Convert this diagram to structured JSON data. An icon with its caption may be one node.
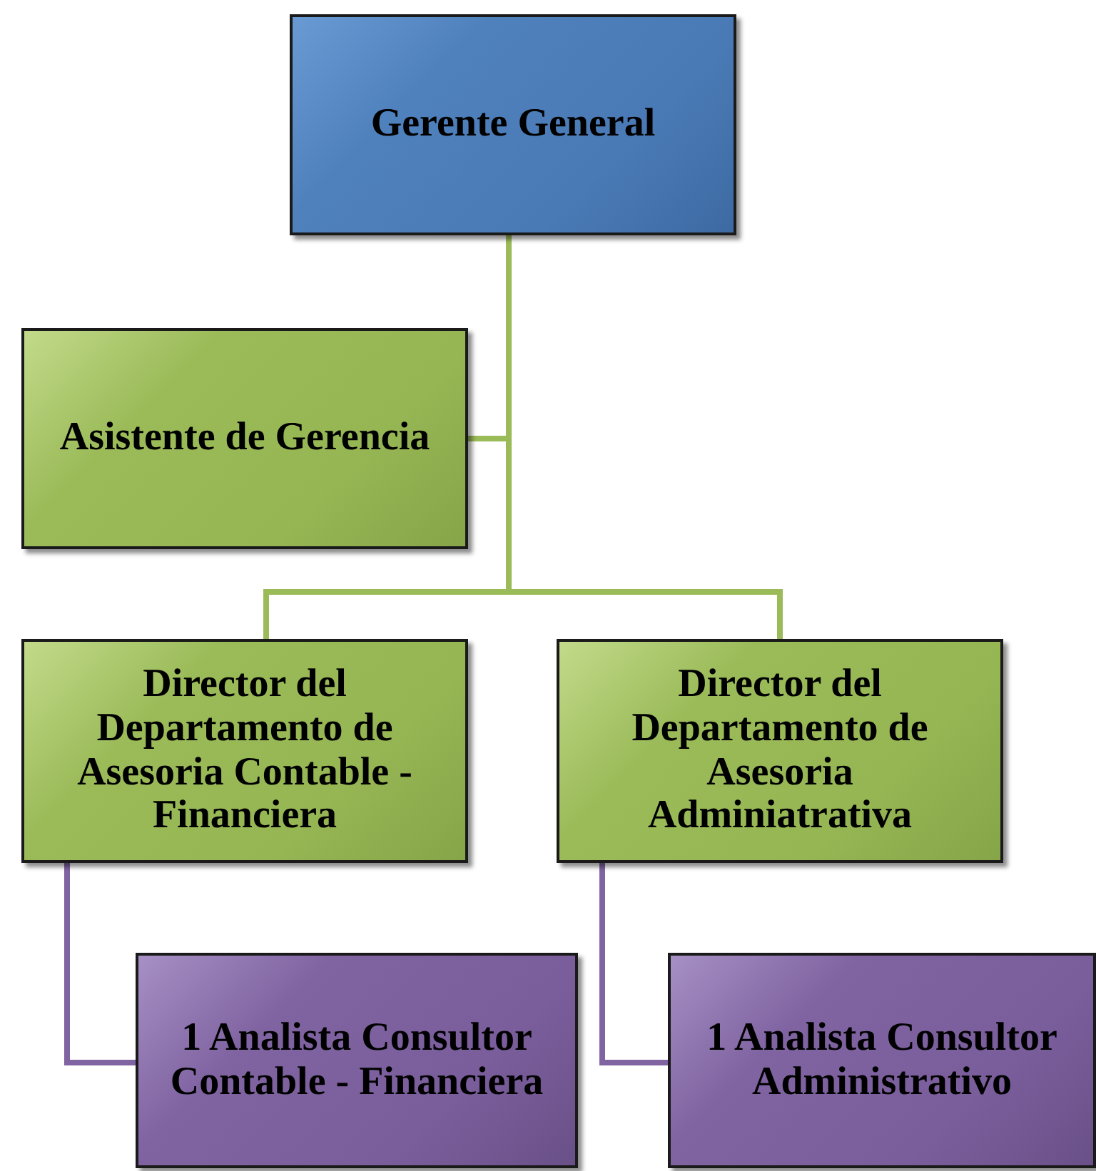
{
  "diagram": {
    "nodes": [
      {
        "text": [
          "Gerente General"
        ]
      },
      {
        "text": [
          "Asistente de Gerencia"
        ]
      },
      {
        "text": [
          "Director del Departamento de Asesoria Contable - Financiera"
        ]
      },
      {
        "text": [
          "Director del Departamento de Asesoria Adminiatrativa"
        ]
      },
      {
        "text": [
          "1 Analista Consultor Contable - Financiera"
        ]
      },
      {
        "text": [
          "1 Analista Consultor Administrativo"
        ]
      }
    ],
    "edges": [
      {
        "from": 0,
        "to": 1,
        "arrow": "none"
      },
      {
        "from": 0,
        "to": 2,
        "arrow": "none"
      },
      {
        "from": 0,
        "to": 3,
        "arrow": "none"
      },
      {
        "from": 2,
        "to": 4,
        "arrow": "none",
        "color": "#8064a2"
      },
      {
        "from": 3,
        "to": 5,
        "arrow": "none",
        "color": "#8064a2"
      }
    ]
  }
}
